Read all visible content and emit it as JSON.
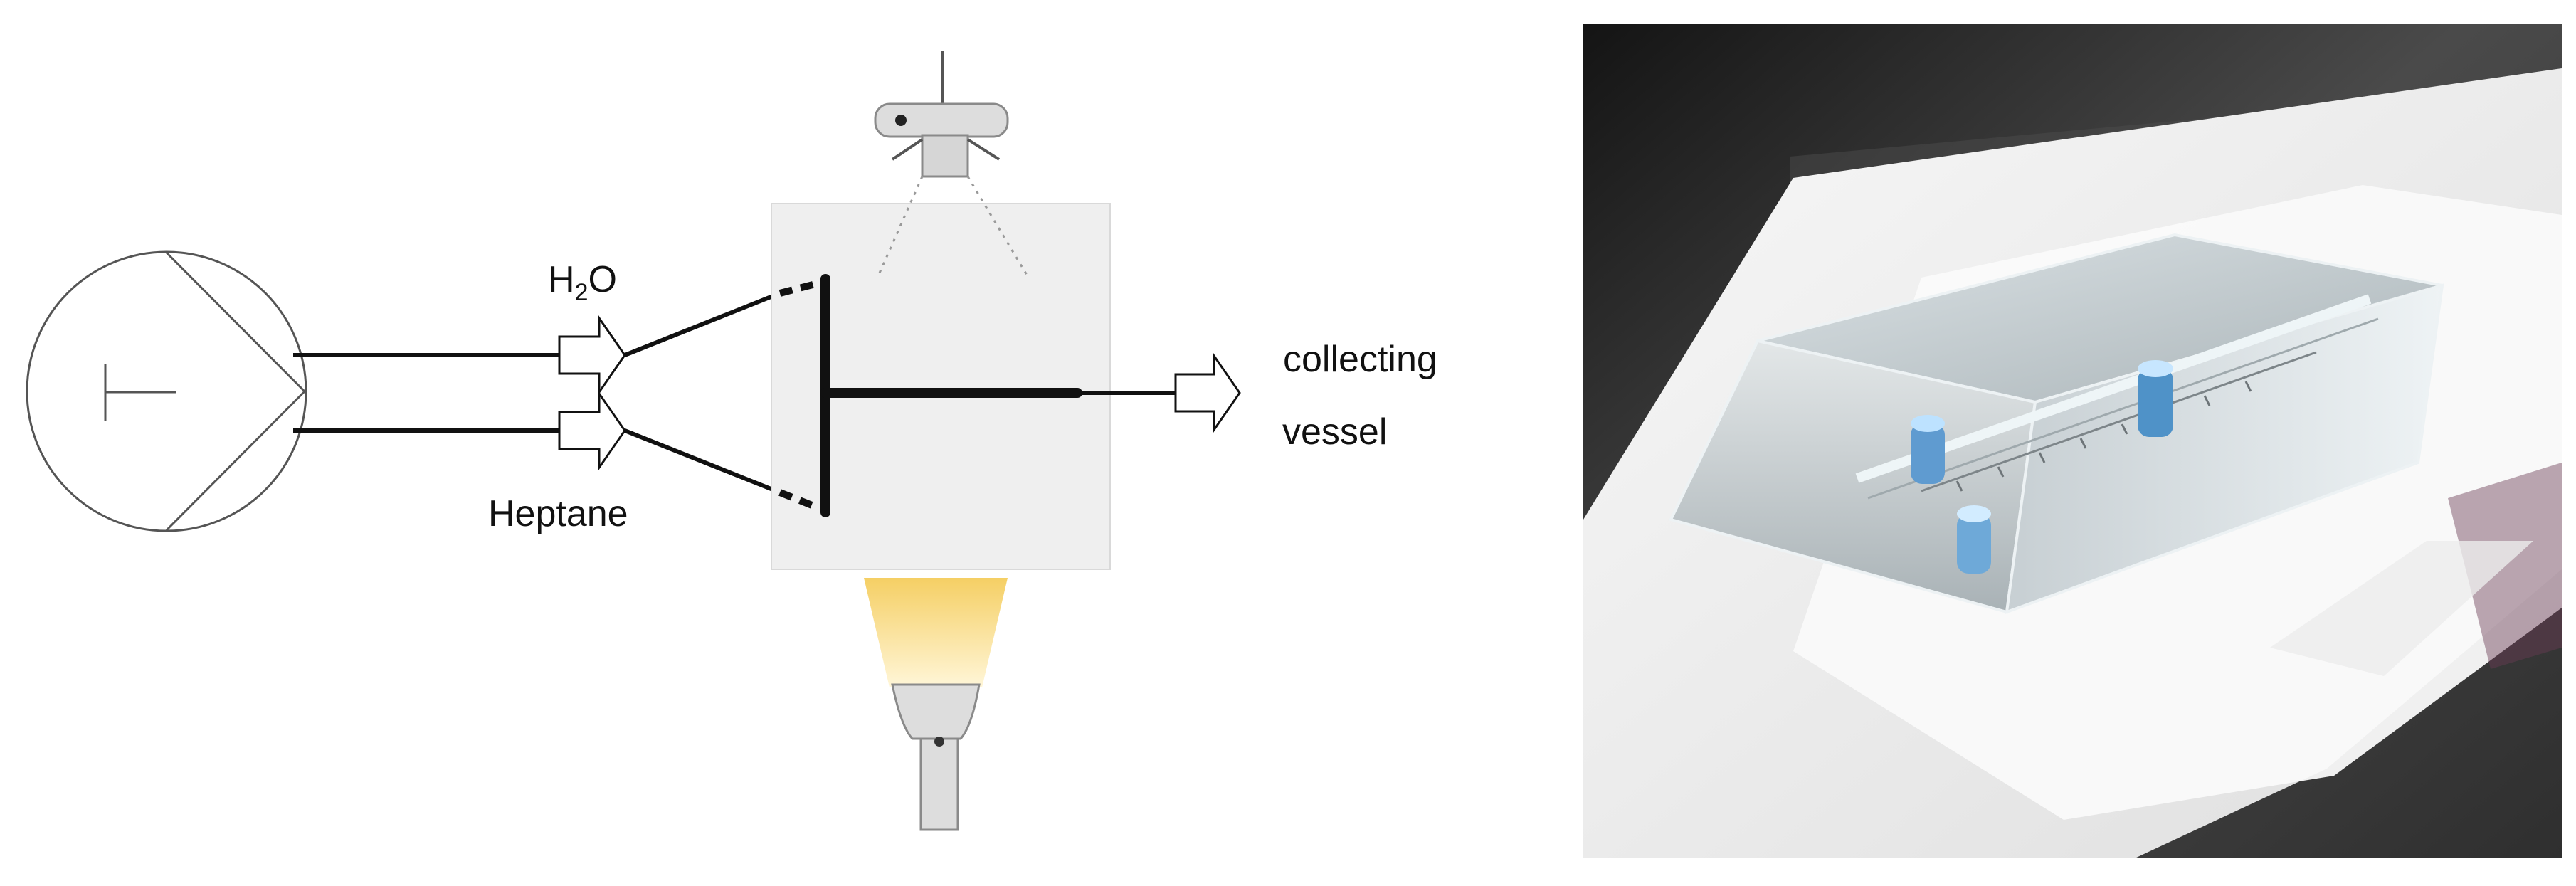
{
  "diagram": {
    "labels": {
      "water_base": "H",
      "water_subscript": "2",
      "water_suffix": "O",
      "heptane": "Heptane",
      "collecting_line1": "collecting",
      "collecting_line2": "vessel"
    },
    "colors": {
      "line": "#111111",
      "chip": "#efefef",
      "device_gray": "#d9d9d9",
      "light_cone": "#f7db8a",
      "photo_bg": "#3a3a3a",
      "cube": "#bfc8cc",
      "connector_blue": "#6ea9d8"
    }
  }
}
